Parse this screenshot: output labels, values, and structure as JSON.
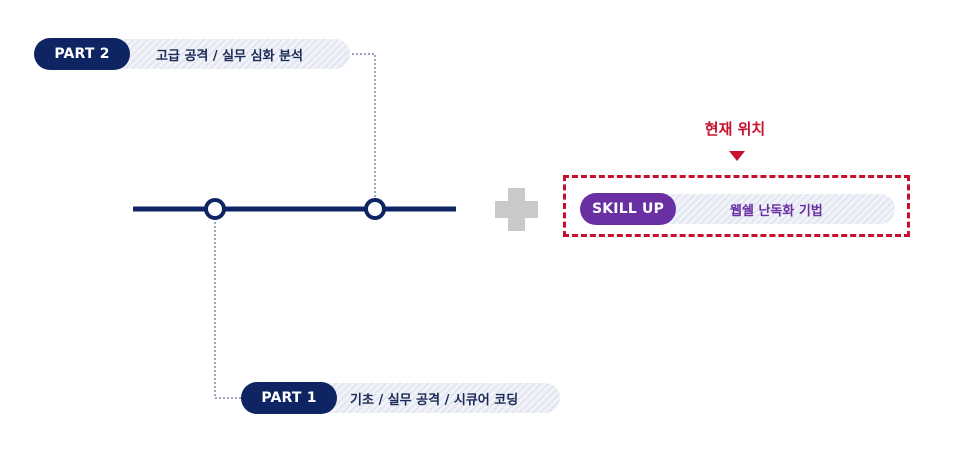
{
  "part2": {
    "badge": "PART 2",
    "description": "고급 공격 / 실무 심화 분석"
  },
  "part1": {
    "badge": "PART 1",
    "description": "기초 / 실무 공격 / 시큐어 코딩"
  },
  "current": {
    "label": "현재 위치",
    "badge": "SKILL UP",
    "description": "웹쉘 난독화 기법"
  },
  "colors": {
    "navy": "#0f2462",
    "purple": "#6a2fa3",
    "highlight_red": "#c8102e",
    "plus_gray": "#c9c9c9"
  },
  "icons": {
    "plus": "plus-icon",
    "pointer": "triangle-down-icon"
  }
}
